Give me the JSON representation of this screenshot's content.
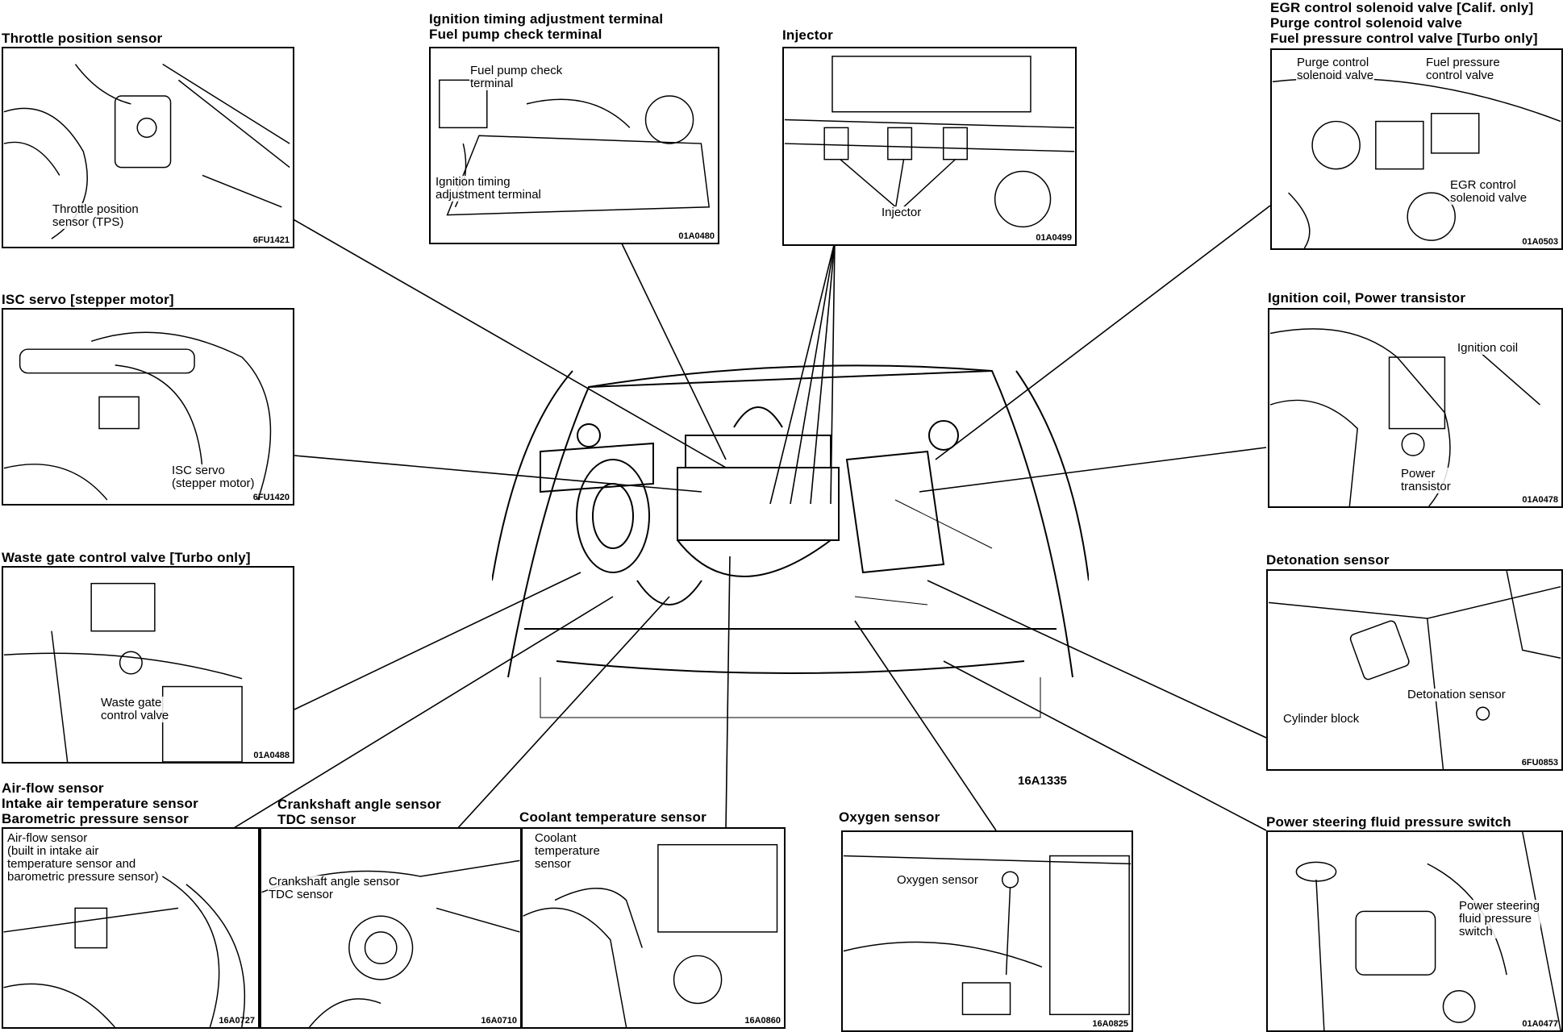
{
  "panels": {
    "throttle": {
      "title": "Throttle position sensor",
      "labels": [
        "Throttle position\nsensor (TPS)"
      ],
      "code": "6FU1421"
    },
    "ignition_timing": {
      "title": "Ignition timing adjustment terminal\nFuel pump check terminal",
      "labels": [
        "Fuel pump check\nterminal",
        "Ignition timing\nadjustment terminal"
      ],
      "code": "01A0480"
    },
    "injector": {
      "title": "Injector",
      "labels": [
        "Injector"
      ],
      "code": "01A0499"
    },
    "egr": {
      "title": "EGR control solenoid valve [Calif. only]\nPurge control solenoid valve\nFuel pressure control valve [Turbo only]",
      "labels": [
        "Purge control\nsolenoid valve",
        "Fuel pressure\ncontrol valve",
        "EGR control\nsolenoid valve"
      ],
      "code": "01A0503"
    },
    "isc": {
      "title": "ISC servo [stepper motor]",
      "labels": [
        "ISC servo\n(stepper motor)"
      ],
      "code": "6FU1420"
    },
    "ignition_coil": {
      "title": "Ignition coil, Power transistor",
      "labels": [
        "Ignition coil",
        "Power\ntransistor"
      ],
      "code": "01A0478"
    },
    "waste_gate": {
      "title": "Waste gate control valve [Turbo only]",
      "labels": [
        "Waste gate\ncontrol valve"
      ],
      "code": "01A0488"
    },
    "detonation": {
      "title": "Detonation sensor",
      "labels": [
        "Detonation sensor",
        "Cylinder block"
      ],
      "code": "6FU0853"
    },
    "airflow": {
      "title": "Air-flow sensor\nIntake air temperature sensor\nBarometric pressure sensor",
      "labels": [
        "Air-flow sensor\n(built in intake air\ntemperature sensor and\nbarometric pressure sensor)"
      ],
      "code": "16A0727"
    },
    "crankshaft": {
      "title": "Crankshaft angle sensor\nTDC sensor",
      "labels": [
        "Crankshaft angle sensor\nTDC sensor"
      ],
      "code": "16A0710"
    },
    "coolant": {
      "title": "Coolant temperature sensor",
      "labels": [
        "Coolant\ntemperature\nsensor"
      ],
      "code": "16A0860"
    },
    "oxygen": {
      "title": "Oxygen sensor",
      "labels": [
        "Oxygen sensor"
      ],
      "code": "16A0825"
    },
    "power_steering": {
      "title": "Power steering fluid pressure switch",
      "labels": [
        "Power steering\nfluid pressure\nswitch"
      ],
      "code": "01A0477"
    }
  },
  "figure_code": "16A1335"
}
